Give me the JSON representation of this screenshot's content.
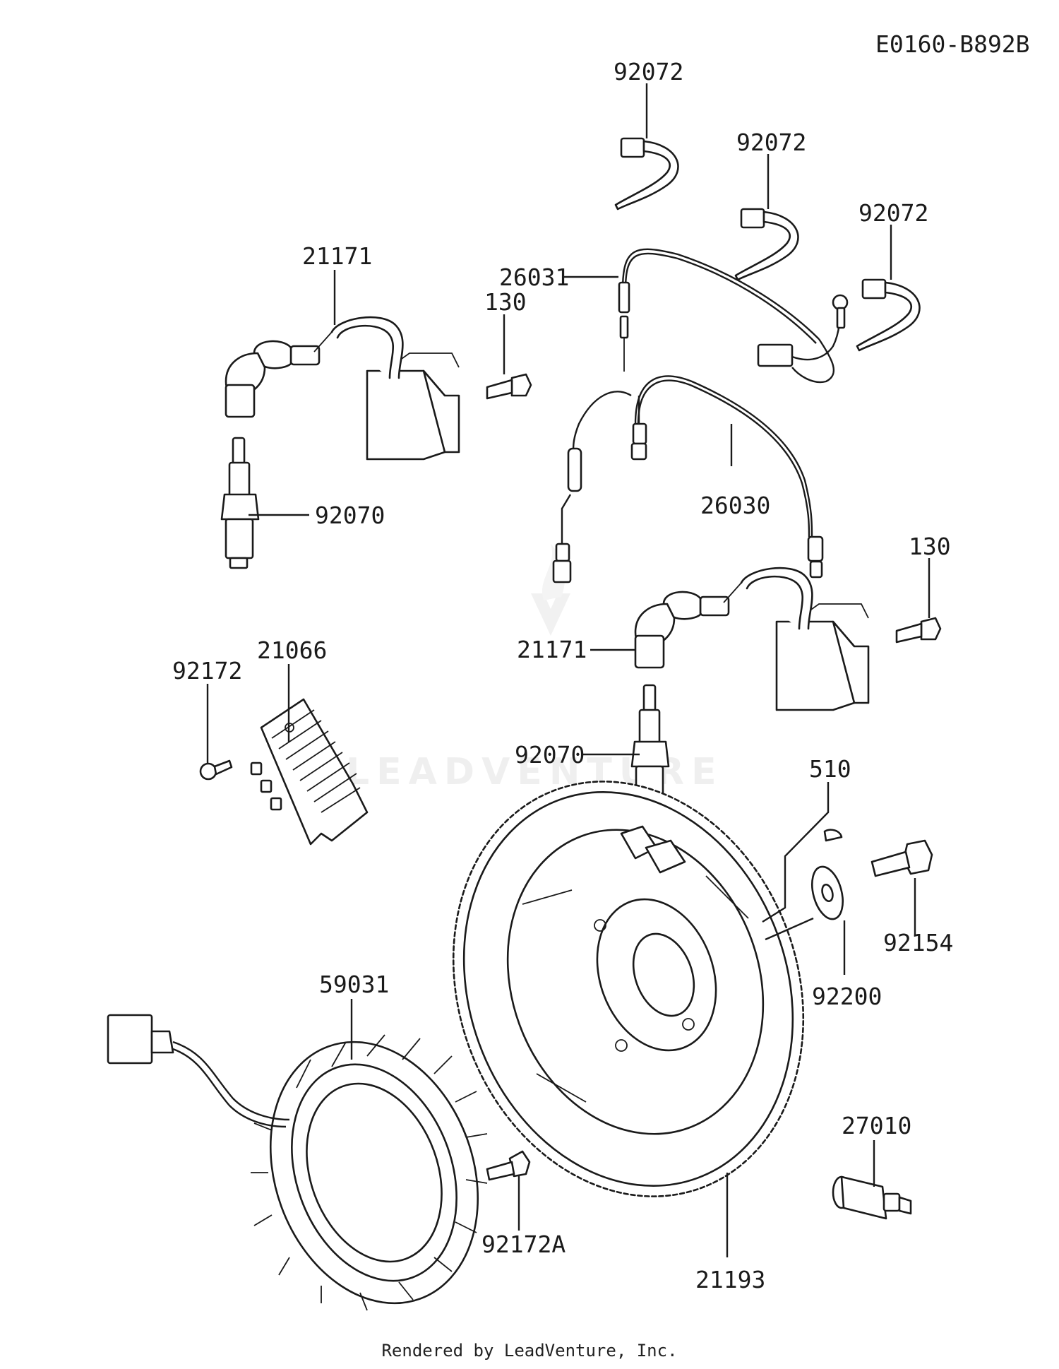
{
  "diagram_code": "E0160-B892B",
  "watermark": "LEADVENTURE",
  "footer": "Rendered by LeadVenture, Inc.",
  "labels": {
    "l92072a": "92072",
    "l92072b": "92072",
    "l92072c": "92072",
    "l26031": "26031",
    "l21171a": "21171",
    "l130a": "130",
    "l92070a": "92070",
    "l26030": "26030",
    "l130b": "130",
    "l21171b": "21171",
    "l21066": "21066",
    "l92172": "92172",
    "l92070b": "92070",
    "l510": "510",
    "l92154": "92154",
    "l92200": "92200",
    "l59031": "59031",
    "l27010": "27010",
    "l92172A": "92172A",
    "l21193": "21193"
  }
}
